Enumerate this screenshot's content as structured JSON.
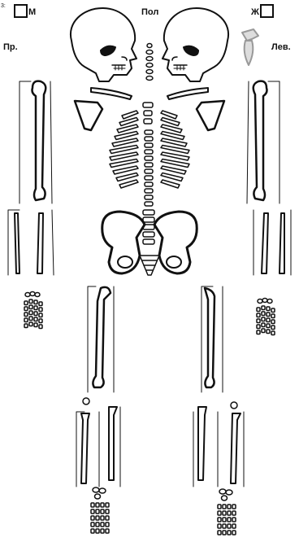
{
  "header": {
    "corner_mark": "3:",
    "male_label": "М",
    "sex_label": "Пол",
    "female_label": "Ж"
  },
  "sides": {
    "right_label": "Пр.",
    "left_label": "Лев."
  },
  "icons": {
    "checkbox": "square-checkbox",
    "skull": "skull-icon",
    "bone": "bone-icon"
  },
  "colors": {
    "ink": "#111111",
    "paper": "#ffffff",
    "hyoid": "#cccccc"
  }
}
